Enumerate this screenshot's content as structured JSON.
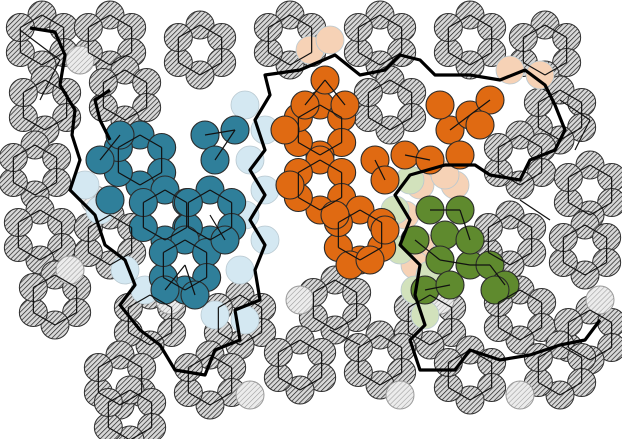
{
  "colors": {
    "background": "#ffffff",
    "grey_fill": "#a8a8a8",
    "grey_stroke": "#2f2f2f",
    "grey_hatch": "#1a1a1a",
    "light_grey_fill": "#d3d3d3",
    "blue": "#2f7f9a",
    "blue_light": "#d4e8f2",
    "orange": "#e06a12",
    "orange_light": "#f6d2b6",
    "green": "#5f8a2e",
    "green_light": "#d2e2bc",
    "node_stroke": "#2a2a2a",
    "edge": "#111111",
    "boundary": "#000000"
  },
  "clusters": [
    {
      "id": "blue",
      "role": "blue cluster"
    },
    {
      "id": "orange",
      "role": "orange cluster"
    },
    {
      "id": "green",
      "role": "green cluster"
    }
  ]
}
